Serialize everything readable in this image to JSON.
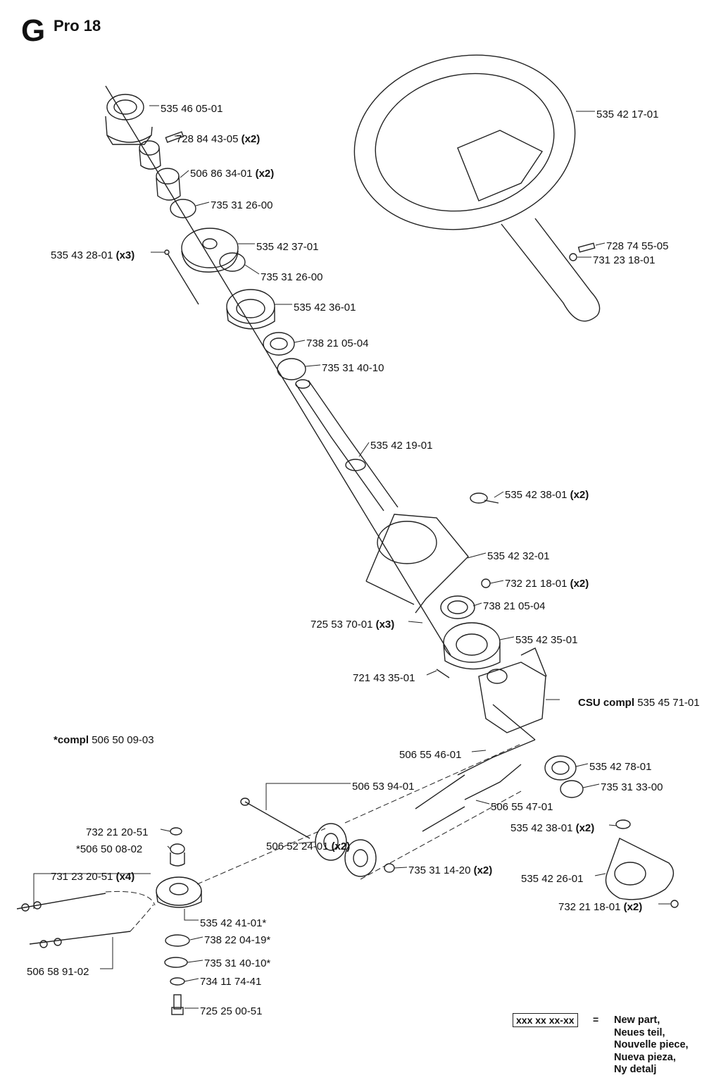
{
  "header": {
    "section_letter": "G",
    "model": "Pro 18"
  },
  "parts": [
    {
      "number": "535 46 05-01",
      "qty": ""
    },
    {
      "number": "728 84 43-05",
      "qty": "(x2)"
    },
    {
      "number": "506 86 34-01",
      "qty": "(x2)"
    },
    {
      "number": "735 31 26-00",
      "qty": ""
    },
    {
      "number": "535 42 37-01",
      "qty": ""
    },
    {
      "number": "535 43 28-01",
      "qty": "(x3)"
    },
    {
      "number": "735 31 26-00",
      "qty": ""
    },
    {
      "number": "535 42 36-01",
      "qty": ""
    },
    {
      "number": "738 21 05-04",
      "qty": ""
    },
    {
      "number": "735 31 40-10",
      "qty": ""
    },
    {
      "number": "535 42 19-01",
      "qty": ""
    },
    {
      "number": "535 42 17-01",
      "qty": ""
    },
    {
      "number": "728 74 55-05",
      "qty": ""
    },
    {
      "number": "731 23 18-01",
      "qty": ""
    },
    {
      "number": "535 42 38-01",
      "qty": "(x2)"
    },
    {
      "number": "535 42 32-01",
      "qty": ""
    },
    {
      "number": "732 21 18-01",
      "qty": "(x2)"
    },
    {
      "number": "738 21 05-04",
      "qty": ""
    },
    {
      "number": "725 53 70-01",
      "qty": "(x3)"
    },
    {
      "number": "535 42 35-01",
      "qty": ""
    },
    {
      "number": "721 43 35-01",
      "qty": ""
    },
    {
      "number": "535 45 71-01",
      "qty": "",
      "prefix": "CSU compl"
    },
    {
      "number": "506 50 09-03",
      "qty": "",
      "prefix": "*compl"
    },
    {
      "number": "506 55 46-01",
      "qty": ""
    },
    {
      "number": "535 42 78-01",
      "qty": ""
    },
    {
      "number": "735 31 33-00",
      "qty": ""
    },
    {
      "number": "506 53 94-01",
      "qty": ""
    },
    {
      "number": "506 55 47-01",
      "qty": ""
    },
    {
      "number": "535 42 38-01",
      "qty": "(x2)"
    },
    {
      "number": "732 21 20-51",
      "qty": ""
    },
    {
      "number": "*506 50 08-02",
      "qty": ""
    },
    {
      "number": "506 52 24-01",
      "qty": "(x2)"
    },
    {
      "number": "735 31 14-20",
      "qty": "(x2)"
    },
    {
      "number": "731 23 20-51",
      "qty": "(x4)"
    },
    {
      "number": "535 42 26-01",
      "qty": ""
    },
    {
      "number": "732 21 18-01",
      "qty": "(x2)"
    },
    {
      "number": "535 42 41-01*",
      "qty": ""
    },
    {
      "number": "738 22 04-19*",
      "qty": ""
    },
    {
      "number": "506 58 91-02",
      "qty": ""
    },
    {
      "number": "735 31 40-10*",
      "qty": ""
    },
    {
      "number": "734 11 74-41",
      "qty": ""
    },
    {
      "number": "725 25 00-51",
      "qty": ""
    }
  ],
  "legend": {
    "sample": "xxx xx xx-xx",
    "equals": "=",
    "lines": [
      "New part,",
      "Neues teil,",
      "Nouvelle piece,",
      "Nueva pieza,",
      "Ny detalj"
    ]
  }
}
